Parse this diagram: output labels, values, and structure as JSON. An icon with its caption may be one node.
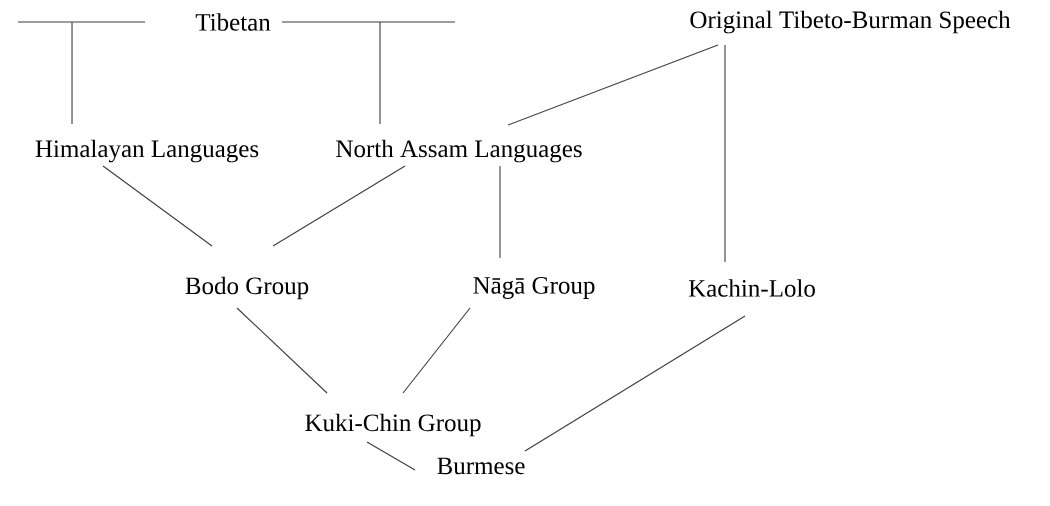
{
  "diagram": {
    "nodes": [
      {
        "text": [
          "Tibetan"
        ]
      },
      {
        "text": [
          "Original Tibeto-Burman Speech"
        ]
      },
      {
        "text": [
          "Himalayan Languages"
        ]
      },
      {
        "text": [
          "North Assam Languages"
        ]
      },
      {
        "text": [
          "Bodo Group"
        ]
      },
      {
        "text": [
          "Nāgā Group"
        ]
      },
      {
        "text": [
          "Kachin-Lolo"
        ]
      },
      {
        "text": [
          "Kuki-Chin Group"
        ]
      },
      {
        "text": [
          "Burmese"
        ]
      }
    ],
    "edges": [
      {
        "from": 0,
        "to": 2,
        "arrow": "none"
      },
      {
        "from": 0,
        "to": 3,
        "arrow": "none"
      },
      {
        "from": 1,
        "to": 3,
        "arrow": "none"
      },
      {
        "from": 1,
        "to": 6,
        "arrow": "none"
      },
      {
        "from": 2,
        "to": 4,
        "arrow": "none"
      },
      {
        "from": 3,
        "to": 4,
        "arrow": "none"
      },
      {
        "from": 3,
        "to": 5,
        "arrow": "none"
      },
      {
        "from": 4,
        "to": 7,
        "arrow": "none"
      },
      {
        "from": 5,
        "to": 7,
        "arrow": "none"
      },
      {
        "from": 6,
        "to": 8,
        "arrow": "none"
      },
      {
        "from": 7,
        "to": 8,
        "arrow": "none"
      }
    ]
  }
}
